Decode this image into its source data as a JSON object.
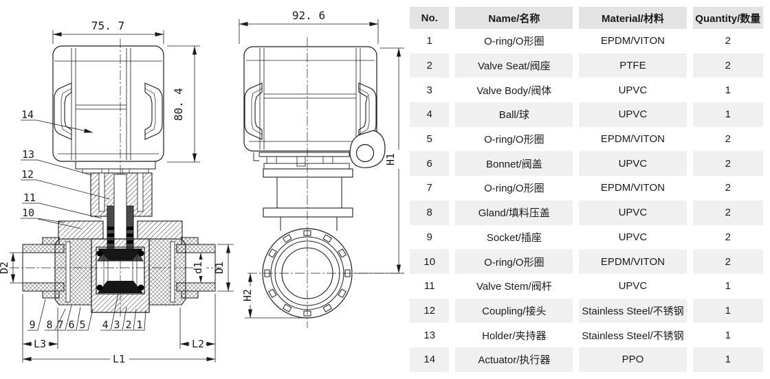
{
  "drawing": {
    "line_color": "#1a1a1a",
    "front_view": {
      "dim_width": "75. 7",
      "dim_height": "80. 4",
      "dim_D2": "D2",
      "dim_d1": "d1",
      "dim_D1": "D1",
      "dim_L3": "L3",
      "dim_L2": "L2",
      "dim_L1": "L1"
    },
    "side_view": {
      "dim_width": "92. 6",
      "dim_H1": "H1",
      "dim_H2": "H2"
    },
    "callouts": {
      "c1": "1",
      "c2": "2",
      "c3": "3",
      "c4": "4",
      "c5": "5",
      "c6": "6",
      "c7": "7",
      "c8": "8",
      "c9": "9",
      "c10": "10",
      "c11": "11",
      "c12": "12",
      "c13": "13",
      "c14": "14"
    }
  },
  "table": {
    "header_bg": "#e3e3e3",
    "stripe_bg": "#f0f0f0",
    "headers": [
      "No.",
      "Name/名称",
      "Material/材料",
      "Quantity/数量"
    ],
    "rows": [
      [
        "1",
        "O-ring/O形圈",
        "EPDM/VITON",
        "2"
      ],
      [
        "2",
        "Valve Seat/阀座",
        "PTFE",
        "2"
      ],
      [
        "3",
        "Valve Body/阀体",
        "UPVC",
        "1"
      ],
      [
        "4",
        "Ball/球",
        "UPVC",
        "1"
      ],
      [
        "5",
        "O-ring/O形圈",
        "EPDM/VITON",
        "2"
      ],
      [
        "6",
        "Bonnet/阀盖",
        "UPVC",
        "2"
      ],
      [
        "7",
        "O-ring/O形圈",
        "EPDM/VITON",
        "2"
      ],
      [
        "8",
        "Gland/填料压盖",
        "UPVC",
        "2"
      ],
      [
        "9",
        "Socket/插座",
        "UPVC",
        "2"
      ],
      [
        "10",
        "O-ring/O形圈",
        "EPDM/VITON",
        "2"
      ],
      [
        "11",
        "Valve Stem/阀杆",
        "UPVC",
        "1"
      ],
      [
        "12",
        "Coupling/接头",
        "Stainless Steel/不锈钢",
        "1"
      ],
      [
        "13",
        "Holder/夹持器",
        "Stainless Steel/不锈钢",
        "1"
      ],
      [
        "14",
        "Actuator/执行器",
        "PPO",
        "1"
      ]
    ]
  }
}
